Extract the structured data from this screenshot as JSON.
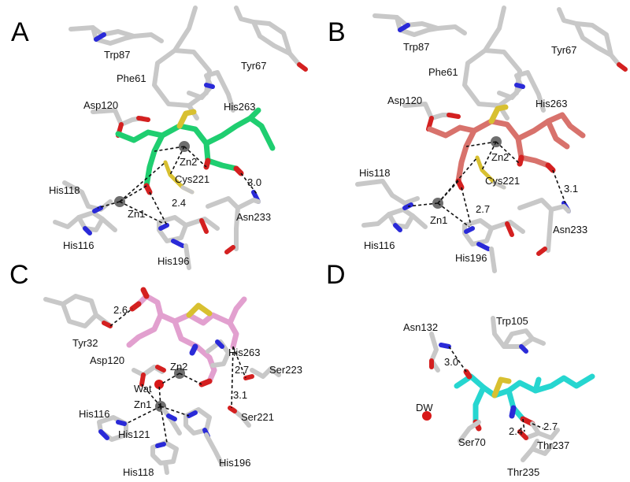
{
  "colors": {
    "carbon": "#c8c8c8",
    "nitrogen": "#2a2ad8",
    "oxygen": "#d42020",
    "sulfur": "#d8c030",
    "zinc": "#6e6e6e",
    "water": "#d81818",
    "ligand_A": "#1fce70",
    "ligand_B": "#d8726c",
    "ligand_C": "#e2a0cf",
    "ligand_D": "#26d6d0"
  },
  "panels": {
    "A": {
      "letter": "A",
      "residues": {
        "trp87": "Trp87",
        "tyr67": "Tyr67",
        "phe61": "Phe61",
        "asp120": "Asp120",
        "his263": "His263",
        "zn2": "Zn2",
        "cys221": "Cys221",
        "his118": "His118",
        "zn1": "Zn1",
        "his116": "His116",
        "asn233": "Asn233",
        "his196": "His196"
      },
      "distances": {
        "d1": "3.0",
        "d2": "2.4"
      }
    },
    "B": {
      "letter": "B",
      "residues": {
        "trp87": "Trp87",
        "tyr67": "Tyr67",
        "phe61": "Phe61",
        "asp120": "Asp120",
        "his263": "His263",
        "zn2": "Zn2",
        "cys221": "Cys221",
        "his118": "His118",
        "zn1": "Zn1",
        "his116": "His116",
        "asn233": "Asn233",
        "his196": "His196"
      },
      "distances": {
        "d1": "3.1",
        "d2": "2.7"
      }
    },
    "C": {
      "letter": "C",
      "residues": {
        "tyr32": "Tyr32",
        "asp120": "Asp120",
        "his263": "His263",
        "zn2": "Zn2",
        "ser223": "Ser223",
        "wat": "Wat",
        "zn1": "Zn1",
        "his116": "His116",
        "his121": "His121",
        "ser221": "Ser221",
        "his118": "His118",
        "his196": "His196"
      },
      "distances": {
        "d1": "2.6",
        "d2": "2.7",
        "d3": "3.1"
      }
    },
    "D": {
      "letter": "D",
      "residues": {
        "asn132": "Asn132",
        "trp105": "Trp105",
        "dw": "DW",
        "ser70": "Ser70",
        "thr237": "Thr237",
        "thr235": "Thr235"
      },
      "distances": {
        "d1": "3.0",
        "d2": "2.7",
        "d3": "2.4"
      }
    }
  }
}
